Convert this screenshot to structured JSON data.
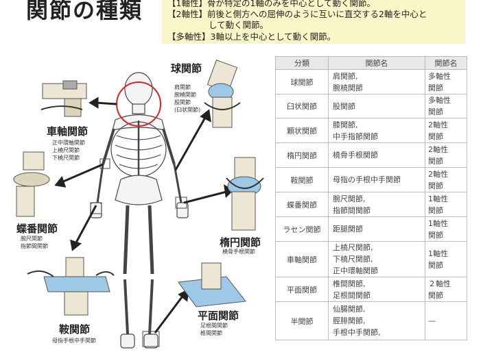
{
  "title": "関節の種類",
  "legend": [
    {
      "tag": "【1軸性】",
      "text": "骨が特定の1軸のみを中心として動く関節。"
    },
    {
      "tag": "【2軸性】",
      "text": "前後と側方への屈伸のように互いに直交する2軸を中心と"
    },
    {
      "tag": "",
      "text": "して動く関節。"
    },
    {
      "tag": "【多軸性】",
      "text": "3軸以上を中心として動く関節。"
    }
  ],
  "figure": {
    "ball": {
      "name": "球関節",
      "examples": [
        "肩関節",
        "腕橈関節",
        "股関節",
        "(臼状関節)"
      ]
    },
    "pivot": {
      "name": "車軸関節",
      "examples": [
        "正中環軸関節",
        "上橈尺関節",
        "下橈尺関節"
      ]
    },
    "hinge": {
      "name": "蝶番関節",
      "examples": [
        "腕尺関節",
        "指節間関節"
      ]
    },
    "ellipsoid": {
      "name": "楕円関節",
      "examples": [
        "橈骨手根関節"
      ]
    },
    "saddle": {
      "name": "鞍関節",
      "examples": [
        "母指手根中手関節"
      ]
    },
    "plane": {
      "name": "平面関節",
      "examples": [
        "足根間関節",
        "椎間関節"
      ]
    }
  },
  "table": {
    "headers": [
      "分類",
      "関節名",
      "関節名"
    ],
    "rows": [
      {
        "type": "球関節",
        "names": [
          "肩関節,",
          "腕橈関節"
        ],
        "axis": [
          "多軸性",
          "関節"
        ]
      },
      {
        "type": "臼状関節",
        "names": [
          "股関節"
        ],
        "axis": [
          "多軸性",
          "関節"
        ]
      },
      {
        "type": "顆状関節",
        "names": [
          "膝関節,",
          "中手指節関節"
        ],
        "axis": [
          "2軸性",
          "関節"
        ]
      },
      {
        "type": "楕円関節",
        "names": [
          "橈骨手根関節"
        ],
        "axis": [
          "2軸性",
          "関節"
        ]
      },
      {
        "type": "鞍関節",
        "names": [
          "母指の手根中手関節"
        ],
        "axis": [
          "2軸性",
          "関節"
        ]
      },
      {
        "type": "蝶番関節",
        "names": [
          "腕尺関節,",
          "指節間関節"
        ],
        "axis": [
          "1軸性",
          "関節"
        ]
      },
      {
        "type": "ラセン関節",
        "names": [
          "距腿関節"
        ],
        "axis": [
          "1軸性",
          "関節"
        ]
      },
      {
        "type": "車軸関節",
        "names": [
          "上橈尺関節,",
          "下橈尺関節,",
          "正中環軸関節"
        ],
        "axis": [
          "1軸性",
          "関節"
        ]
      },
      {
        "type": "平面関節",
        "names": [
          "椎間関節,",
          "足根間関節"
        ],
        "axis": [
          "２軸性",
          "関節"
        ]
      },
      {
        "type": "半関節",
        "names": [
          "仙腸関節,",
          "脛腓関節,",
          "手根中手関節,"
        ],
        "axis": [
          "—"
        ]
      }
    ]
  }
}
